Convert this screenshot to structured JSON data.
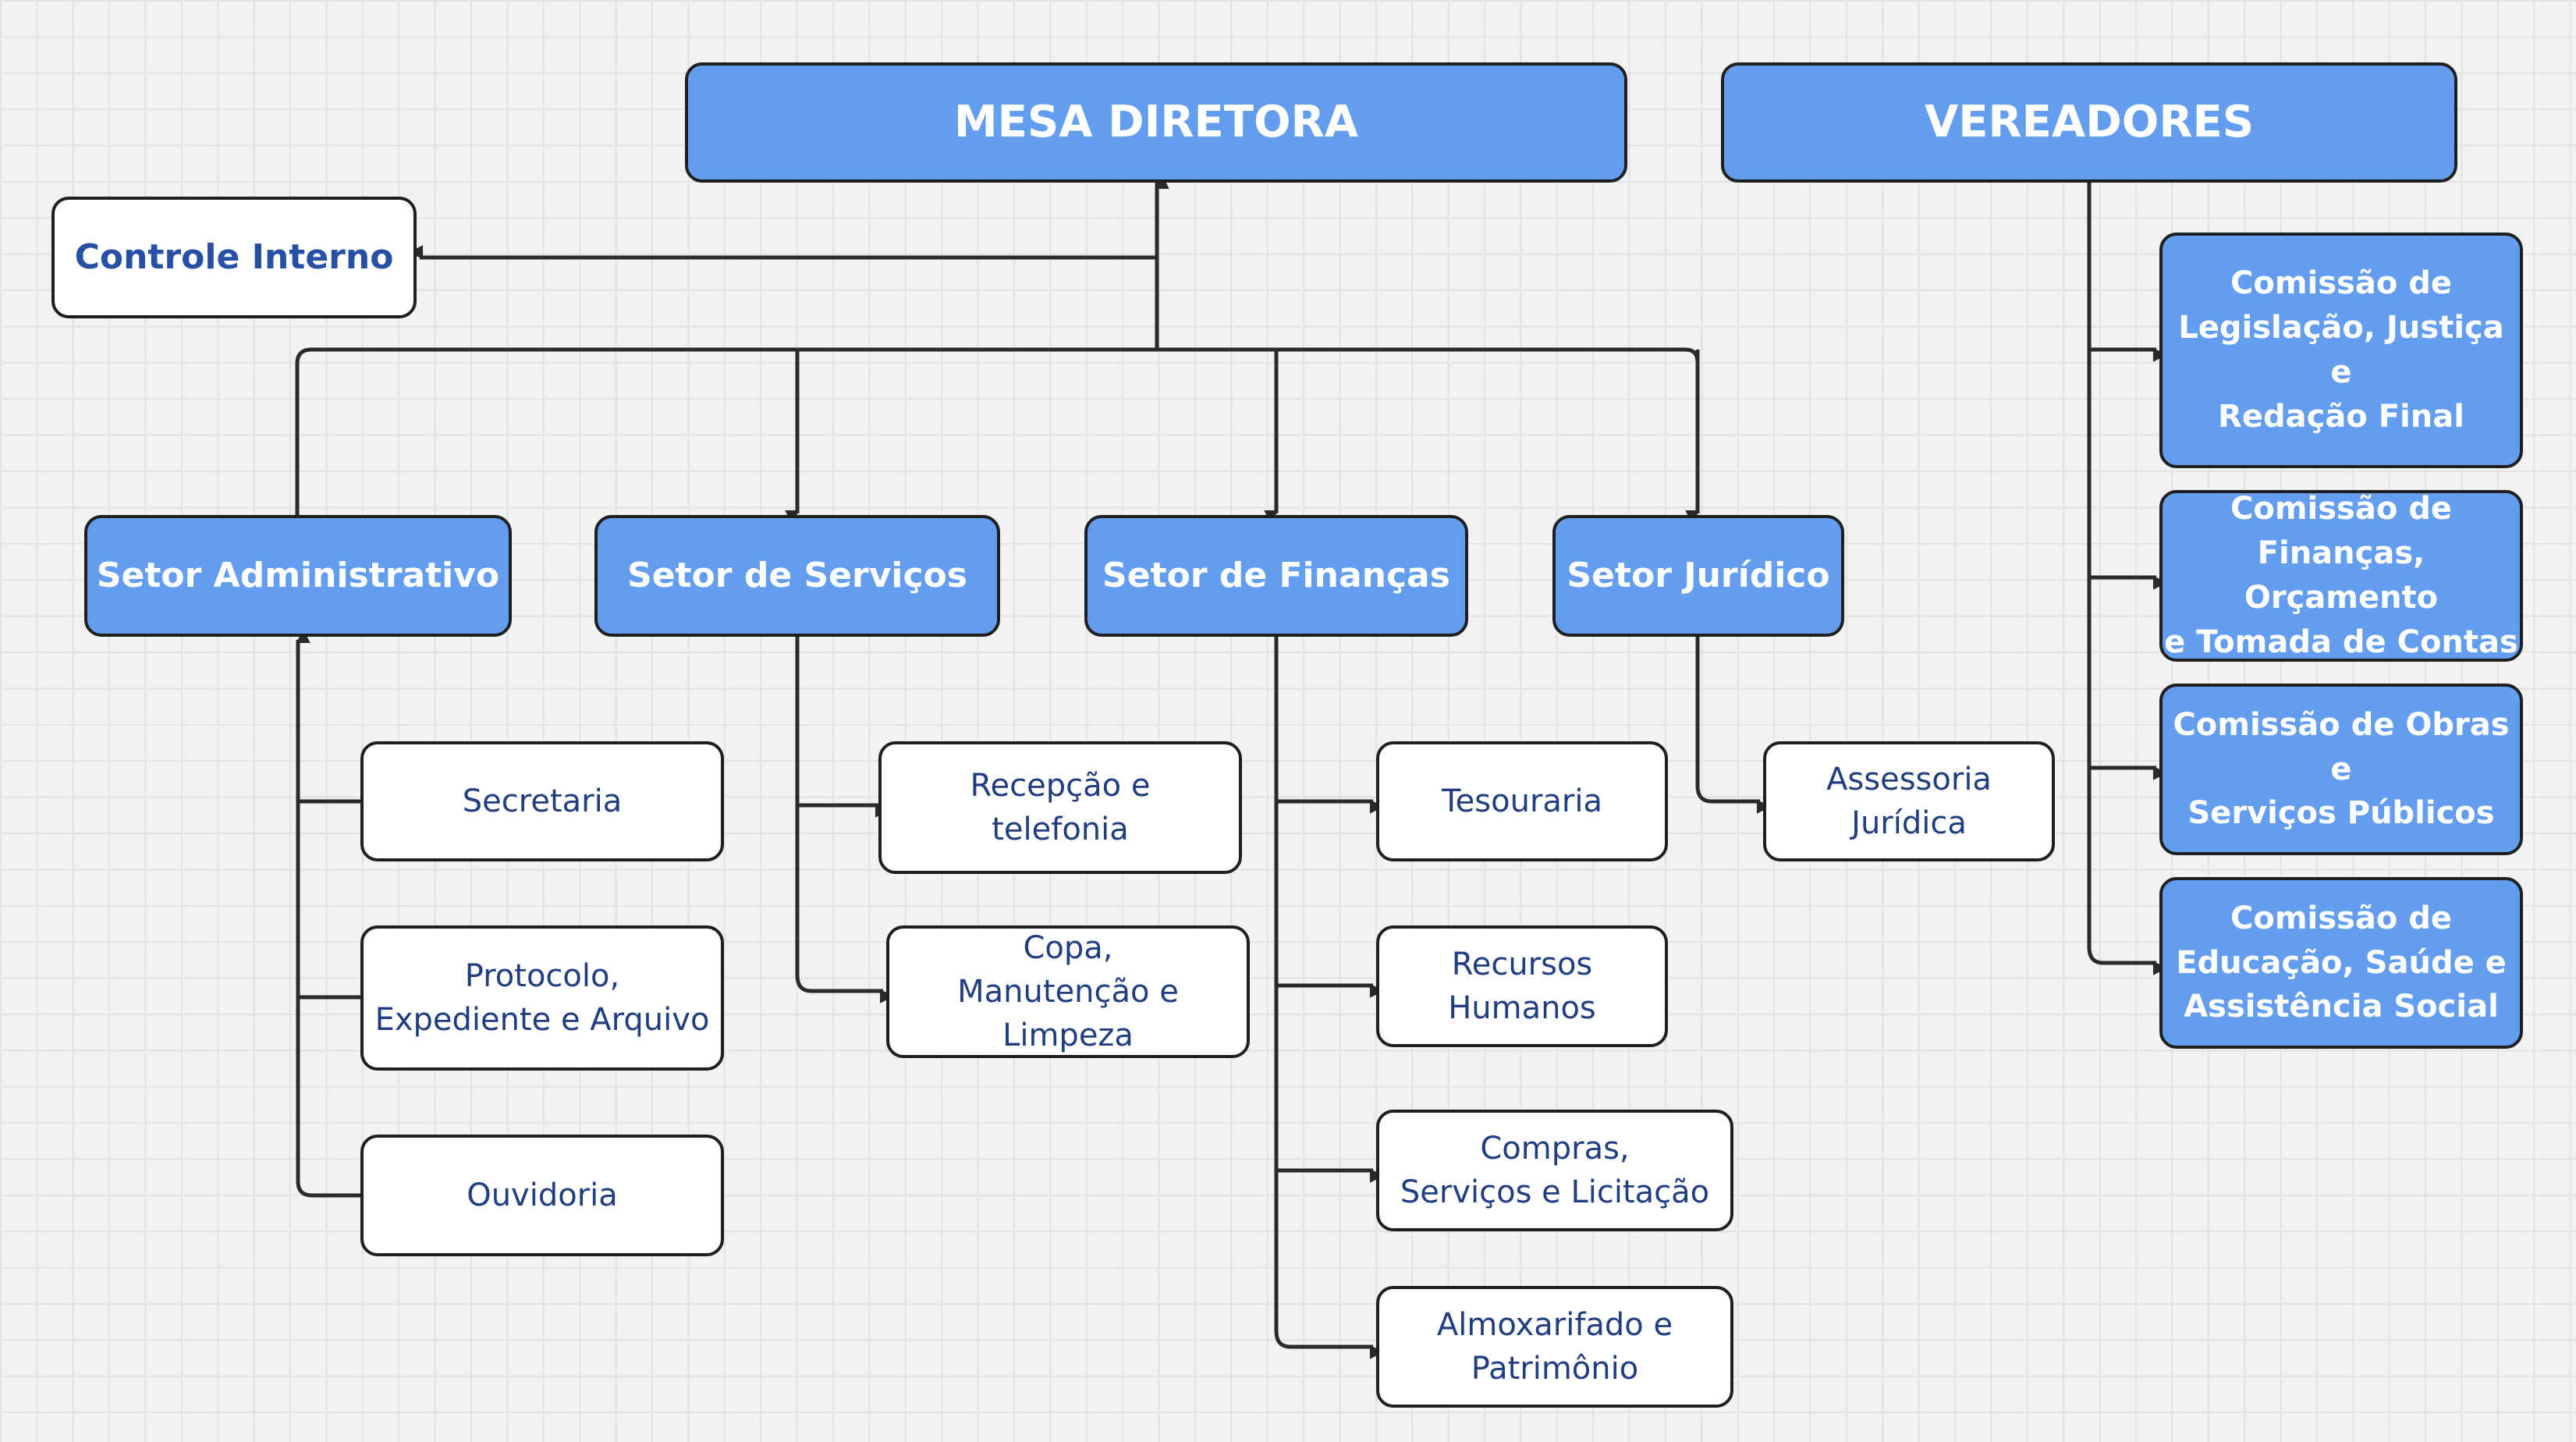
{
  "top": {
    "mesa": "MESA DIRETORA",
    "vereadores": "VEREADORES",
    "controle": "Controle Interno"
  },
  "setores": {
    "administrativo": "Setor Administrativo",
    "servicos": "Setor de Serviços",
    "financas": "Setor de Finanças",
    "juridico": "Setor Jurídico"
  },
  "administrativo_items": [
    "Secretaria",
    "Protocolo,\nExpediente e Arquivo",
    "Ouvidoria"
  ],
  "servicos_items": [
    "Recepção e\ntelefonia",
    "Copa,\nManutenção e Limpeza"
  ],
  "financas_items": [
    "Tesouraria",
    "Recursos\nHumanos",
    "Compras,\nServiços e Licitação",
    "Almoxarifado e\nPatrimônio"
  ],
  "juridico_items": [
    "Assessoria\nJurídica"
  ],
  "comissoes": [
    "Comissão de\nLegislação, Justiça e\nRedação Final",
    "Comissão de\nFinanças, Orçamento\ne Tomada de Contas",
    "Comissão de Obras e\nServiços Públicos",
    "Comissão de\nEducação, Saúde e\nAssistência Social"
  ]
}
